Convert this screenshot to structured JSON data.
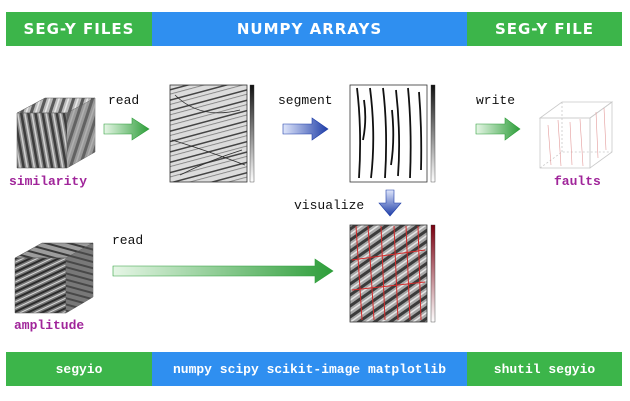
{
  "header": {
    "left": "SEG-Y FILES",
    "center": "NUMPY ARRAYS",
    "right": "SEG-Y FILE"
  },
  "footer": {
    "left": "segyio",
    "center": "numpy scipy scikit-image matplotlib",
    "right": "shutil segyio"
  },
  "steps": {
    "read_top": "read",
    "segment": "segment",
    "write": "write",
    "visualize": "visualize",
    "read_bottom": "read"
  },
  "volumes": {
    "similarity": "similarity",
    "faults": "faults",
    "amplitude": "amplitude"
  },
  "colors": {
    "band_green": "#3cb54a",
    "band_blue": "#2f8ff0",
    "volume_label": "#a0259a",
    "arrow_green": "#2e9e3a",
    "arrow_blue": "#1f3ea8",
    "fault_red": "#d42a2a"
  }
}
